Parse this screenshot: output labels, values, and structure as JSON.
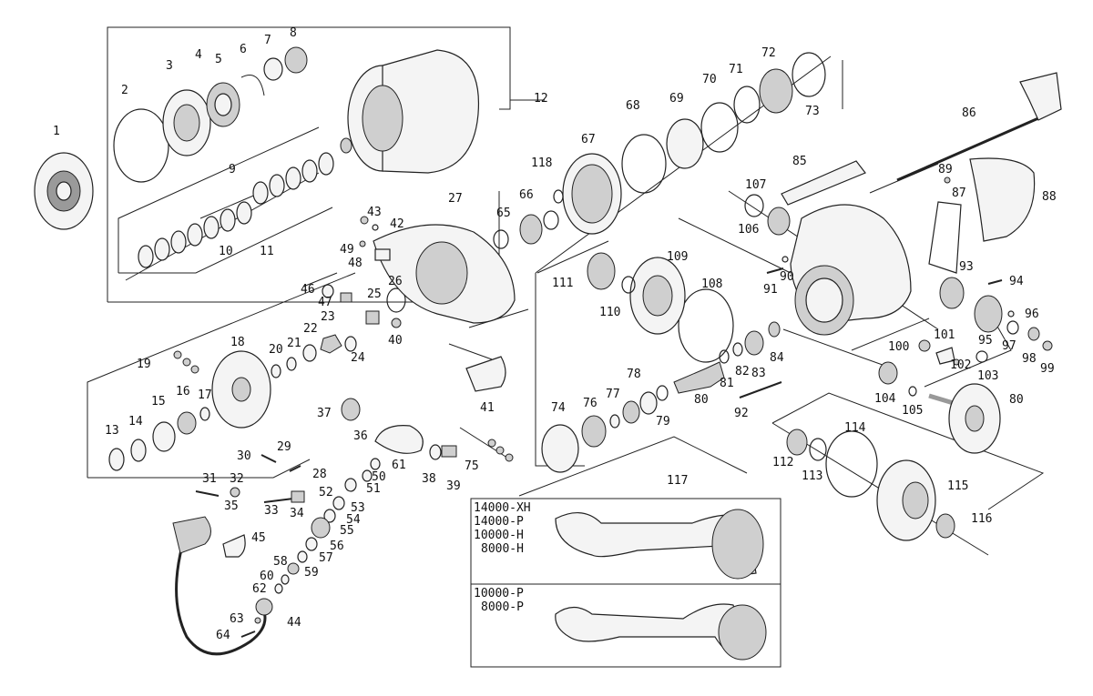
{
  "parts": [
    {
      "id": "p1",
      "label": "1"
    },
    {
      "id": "p2",
      "label": "2"
    },
    {
      "id": "p3",
      "label": "3"
    },
    {
      "id": "p4",
      "label": "4"
    },
    {
      "id": "p5",
      "label": "5"
    },
    {
      "id": "p6",
      "label": "6"
    },
    {
      "id": "p7",
      "label": "7"
    },
    {
      "id": "p8",
      "label": "8"
    },
    {
      "id": "p9",
      "label": "9"
    },
    {
      "id": "p10",
      "label": "10"
    },
    {
      "id": "p11",
      "label": "11"
    },
    {
      "id": "p12",
      "label": "12"
    },
    {
      "id": "p13",
      "label": "13"
    },
    {
      "id": "p14",
      "label": "14"
    },
    {
      "id": "p15",
      "label": "15"
    },
    {
      "id": "p16",
      "label": "16"
    },
    {
      "id": "p17",
      "label": "17"
    },
    {
      "id": "p18",
      "label": "18"
    },
    {
      "id": "p19",
      "label": "19"
    },
    {
      "id": "p20",
      "label": "20"
    },
    {
      "id": "p21",
      "label": "21"
    },
    {
      "id": "p22",
      "label": "22"
    },
    {
      "id": "p23",
      "label": "23"
    },
    {
      "id": "p24",
      "label": "24"
    },
    {
      "id": "p25",
      "label": "25"
    },
    {
      "id": "p26",
      "label": "26"
    },
    {
      "id": "p27",
      "label": "27"
    },
    {
      "id": "p28",
      "label": "28"
    },
    {
      "id": "p29",
      "label": "29"
    },
    {
      "id": "p30",
      "label": "30"
    },
    {
      "id": "p31",
      "label": "31"
    },
    {
      "id": "p32",
      "label": "32"
    },
    {
      "id": "p33",
      "label": "33"
    },
    {
      "id": "p34",
      "label": "34"
    },
    {
      "id": "p35",
      "label": "35"
    },
    {
      "id": "p36",
      "label": "36"
    },
    {
      "id": "p37",
      "label": "37"
    },
    {
      "id": "p38",
      "label": "38"
    },
    {
      "id": "p39",
      "label": "39"
    },
    {
      "id": "p40",
      "label": "40"
    },
    {
      "id": "p41",
      "label": "41"
    },
    {
      "id": "p42",
      "label": "42"
    },
    {
      "id": "p43",
      "label": "43"
    },
    {
      "id": "p44",
      "label": "44"
    },
    {
      "id": "p45",
      "label": "45"
    },
    {
      "id": "p46",
      "label": "46"
    },
    {
      "id": "p47",
      "label": "47"
    },
    {
      "id": "p48",
      "label": "48"
    },
    {
      "id": "p49",
      "label": "49"
    },
    {
      "id": "p50",
      "label": "50"
    },
    {
      "id": "p51",
      "label": "51"
    },
    {
      "id": "p52",
      "label": "52"
    },
    {
      "id": "p53",
      "label": "53"
    },
    {
      "id": "p54",
      "label": "54"
    },
    {
      "id": "p55",
      "label": "55"
    },
    {
      "id": "p56",
      "label": "56"
    },
    {
      "id": "p57",
      "label": "57"
    },
    {
      "id": "p58",
      "label": "58"
    },
    {
      "id": "p59",
      "label": "59"
    },
    {
      "id": "p60",
      "label": "60"
    },
    {
      "id": "p61",
      "label": "61"
    },
    {
      "id": "p62",
      "label": "62"
    },
    {
      "id": "p63",
      "label": "63"
    },
    {
      "id": "p64",
      "label": "64"
    },
    {
      "id": "p65",
      "label": "65"
    },
    {
      "id": "p66",
      "label": "66"
    },
    {
      "id": "p67",
      "label": "67"
    },
    {
      "id": "p68",
      "label": "68"
    },
    {
      "id": "p69",
      "label": "69"
    },
    {
      "id": "p70",
      "label": "70"
    },
    {
      "id": "p71",
      "label": "71"
    },
    {
      "id": "p72",
      "label": "72"
    },
    {
      "id": "p73",
      "label": "73"
    },
    {
      "id": "p74",
      "label": "74"
    },
    {
      "id": "p75",
      "label": "75"
    },
    {
      "id": "p76",
      "label": "76"
    },
    {
      "id": "p77",
      "label": "77"
    },
    {
      "id": "p78",
      "label": "78"
    },
    {
      "id": "p79",
      "label": "79"
    },
    {
      "id": "p80a",
      "label": "80"
    },
    {
      "id": "p80b",
      "label": "80"
    },
    {
      "id": "p81",
      "label": "81"
    },
    {
      "id": "p82",
      "label": "82"
    },
    {
      "id": "p83",
      "label": "83"
    },
    {
      "id": "p84",
      "label": "84"
    },
    {
      "id": "p85",
      "label": "85"
    },
    {
      "id": "p86",
      "label": "86"
    },
    {
      "id": "p87",
      "label": "87"
    },
    {
      "id": "p88",
      "label": "88"
    },
    {
      "id": "p89",
      "label": "89"
    },
    {
      "id": "p90",
      "label": "90"
    },
    {
      "id": "p91",
      "label": "91"
    },
    {
      "id": "p92",
      "label": "92"
    },
    {
      "id": "p93",
      "label": "93"
    },
    {
      "id": "p94",
      "label": "94"
    },
    {
      "id": "p95",
      "label": "95"
    },
    {
      "id": "p96",
      "label": "96"
    },
    {
      "id": "p97",
      "label": "97"
    },
    {
      "id": "p98",
      "label": "98"
    },
    {
      "id": "p99",
      "label": "99"
    },
    {
      "id": "p100",
      "label": "100"
    },
    {
      "id": "p101",
      "label": "101"
    },
    {
      "id": "p102",
      "label": "102"
    },
    {
      "id": "p103",
      "label": "103"
    },
    {
      "id": "p104",
      "label": "104"
    },
    {
      "id": "p105",
      "label": "105"
    },
    {
      "id": "p106",
      "label": "106"
    },
    {
      "id": "p107",
      "label": "107"
    },
    {
      "id": "p108",
      "label": "108"
    },
    {
      "id": "p109",
      "label": "109"
    },
    {
      "id": "p110",
      "label": "110"
    },
    {
      "id": "p111",
      "label": "111"
    },
    {
      "id": "p112",
      "label": "112"
    },
    {
      "id": "p113",
      "label": "113"
    },
    {
      "id": "p114",
      "label": "114"
    },
    {
      "id": "p115",
      "label": "115"
    },
    {
      "id": "p116",
      "label": "116"
    },
    {
      "id": "p117",
      "label": "117"
    },
    {
      "id": "p118",
      "label": "118"
    }
  ],
  "handle_options": {
    "group_a": [
      "14000-XH",
      "14000-P",
      "10000-H",
      "8000-H"
    ],
    "group_b": [
      "10000-P",
      "8000-P"
    ]
  }
}
